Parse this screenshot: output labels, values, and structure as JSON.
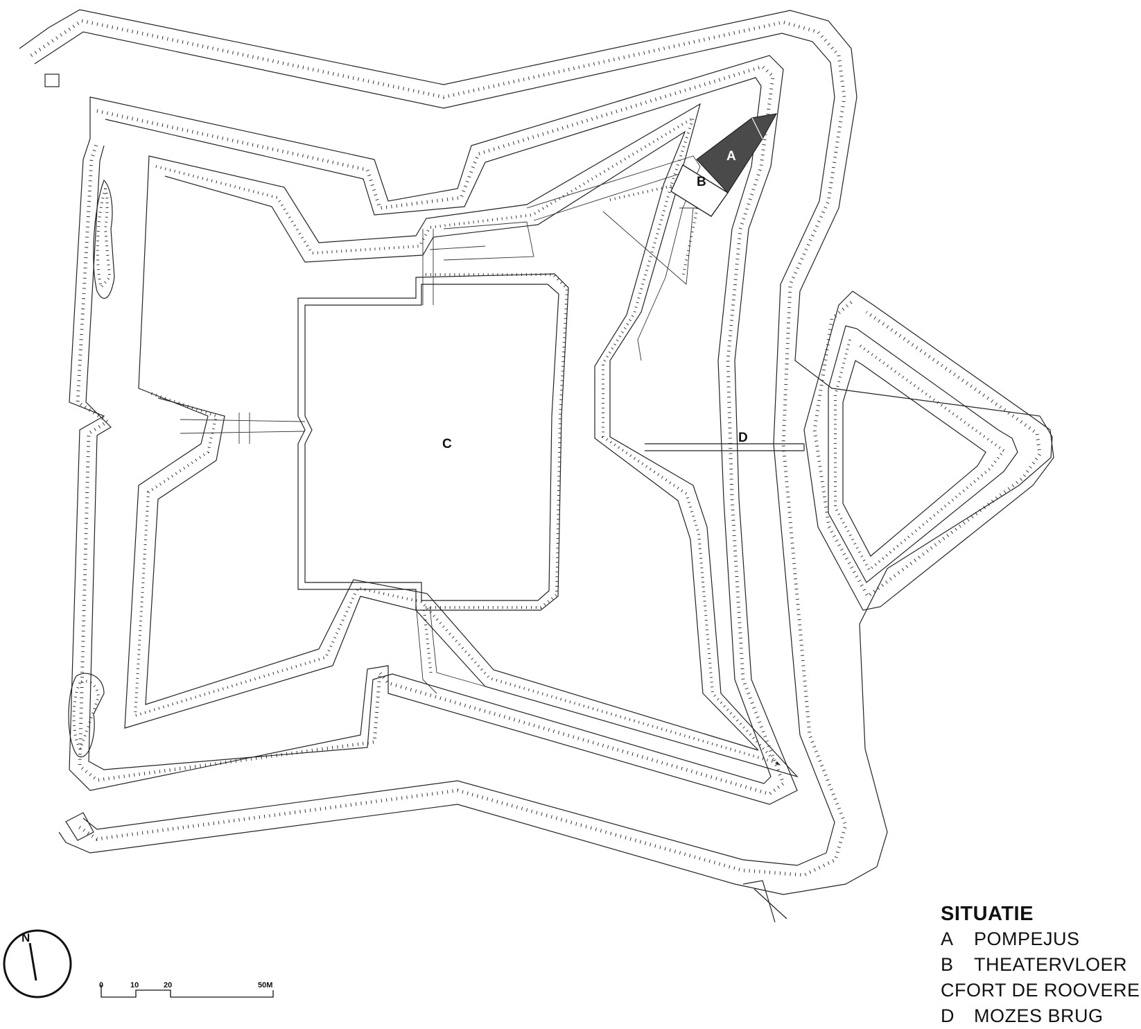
{
  "map": {
    "markers": {
      "a": "A",
      "b": "B",
      "c": "C",
      "d": "D"
    },
    "north": "N",
    "scale_bar": {
      "ticks": [
        "0",
        "10",
        "20",
        "50M"
      ]
    },
    "colors": {
      "line": "#222222",
      "pompejus_fill": "#4a4a4a",
      "background": "#ffffff"
    }
  },
  "legend": {
    "title": "SITUATIE",
    "items": [
      {
        "key": "A",
        "label": "POMPEJUS"
      },
      {
        "key": "B",
        "label": "THEATERVLOER"
      },
      {
        "key": "C",
        "label": "FORT DE ROOVERE"
      },
      {
        "key": "D",
        "label": "MOZES BRUG"
      }
    ]
  }
}
